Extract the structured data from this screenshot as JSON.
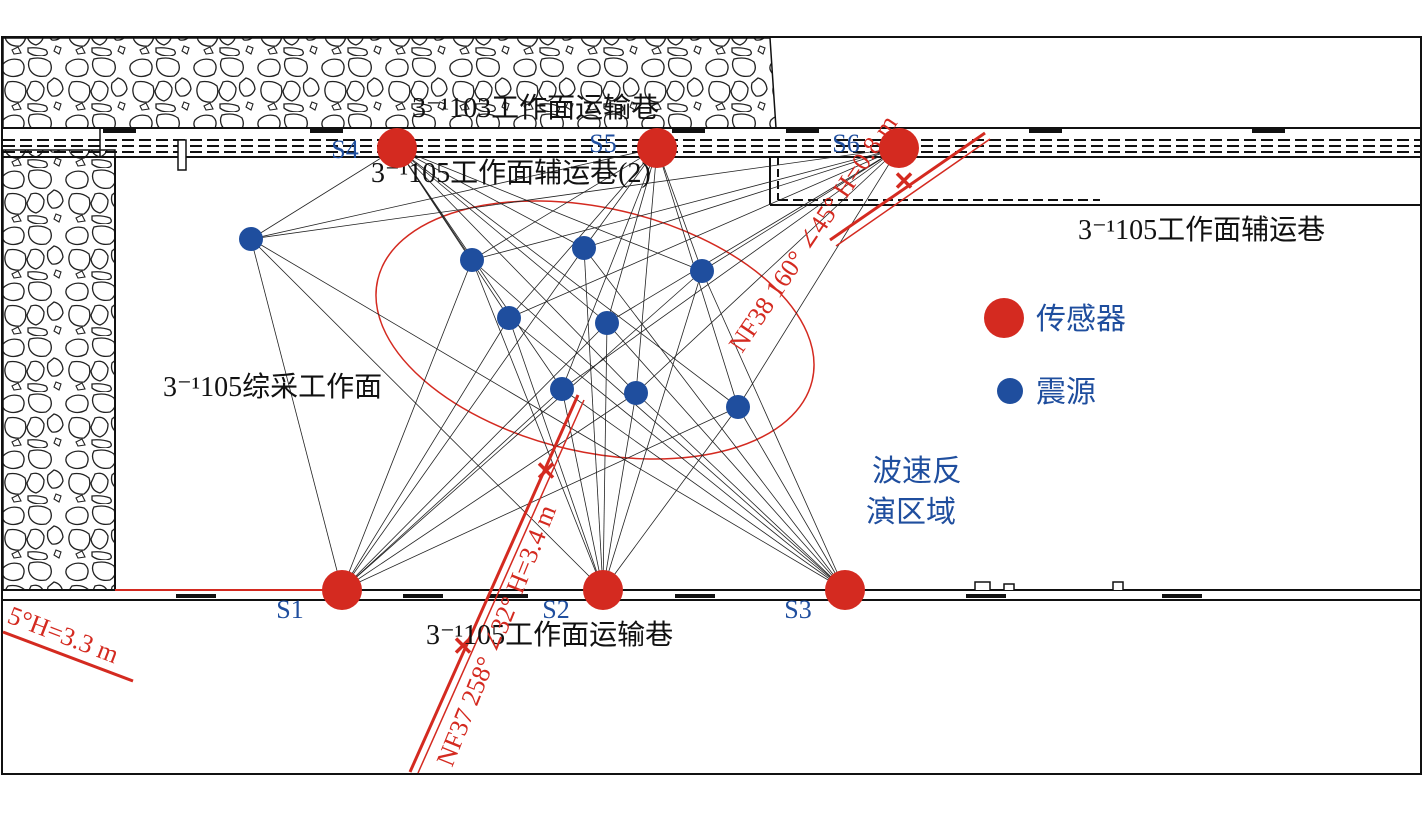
{
  "labels": {
    "road_103": "3⁻¹103工作面运输巷",
    "road_105_aux2": "3⁻¹105工作面辅运巷(2)",
    "road_105_aux": "3⁻¹105工作面辅运巷",
    "face_105": "3⁻¹105综采工作面",
    "road_105_trans": "3⁻¹105工作面运输巷",
    "inversion_line1": "波速反",
    "inversion_line2": "演区域"
  },
  "legend": {
    "sensor": "传感器",
    "source": "震源"
  },
  "colors": {
    "sensor": "#d42a20",
    "source": "#1f4e9e",
    "fault": "#d42a20",
    "ray": "#222222"
  },
  "sensors": [
    {
      "id": "S1"
    },
    {
      "id": "S2"
    },
    {
      "id": "S3"
    },
    {
      "id": "S4"
    },
    {
      "id": "S5"
    },
    {
      "id": "S6"
    }
  ],
  "faults": {
    "nf38": "NF38 160° ∠45° H=0.8 m",
    "nf37": "NF37 258° ∠32° H=3.4 m",
    "edge": "5°H=3.3 m"
  }
}
